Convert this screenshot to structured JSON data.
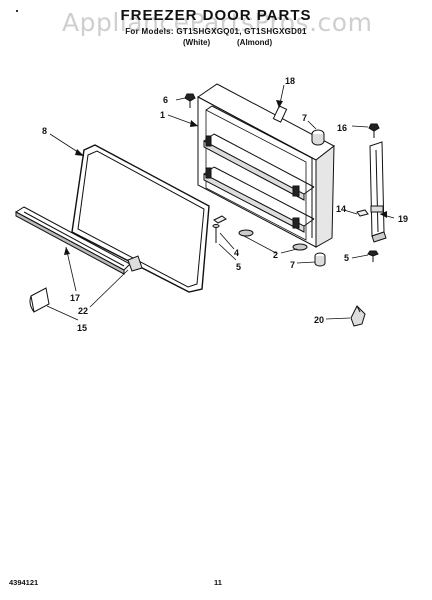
{
  "header": {
    "watermark": "AppliancePartsPros.com",
    "title": "FREEZER DOOR PARTS",
    "models": "For Models: GT1SHGXGQ01, GT1SHGXGD01",
    "color_1": "(White)",
    "color_2": "(Almond)"
  },
  "part_labels": {
    "p1": "1",
    "p2": "2",
    "p4": "4",
    "p5a": "5",
    "p5b": "5",
    "p6": "6",
    "p7a": "7",
    "p7b": "7",
    "p8": "8",
    "p14": "14",
    "p15": "15",
    "p16": "16",
    "p17": "17",
    "p18": "18",
    "p19": "19",
    "p20": "20",
    "p22": "22"
  },
  "footer": {
    "doc_number": "4394121",
    "page_number": "11"
  }
}
